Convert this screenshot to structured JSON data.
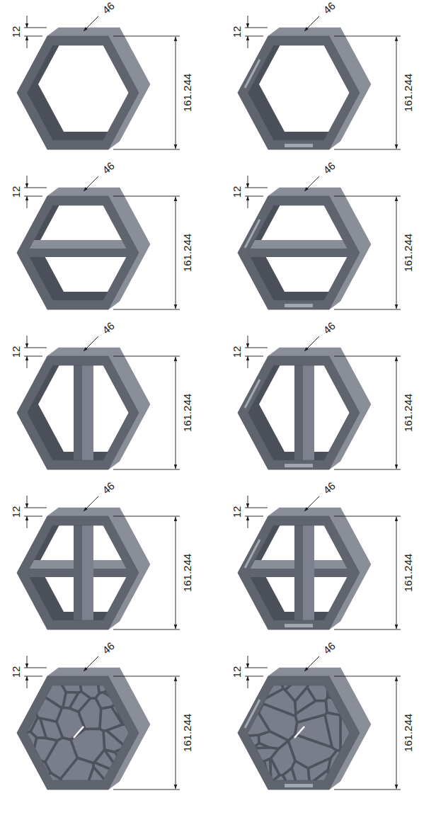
{
  "diagram": {
    "labels": [
      "12",
      "46",
      "161.244",
      "12",
      "46",
      "161.244",
      "12",
      "46",
      "161.244",
      "12",
      "46",
      "161.244",
      "12",
      "46",
      "161.244",
      "12",
      "46",
      "161.244",
      "12",
      "46",
      "161.244",
      "12",
      "46",
      "161.244",
      "12",
      "46",
      "161.244",
      "12",
      "46",
      "161.244"
    ]
  }
}
